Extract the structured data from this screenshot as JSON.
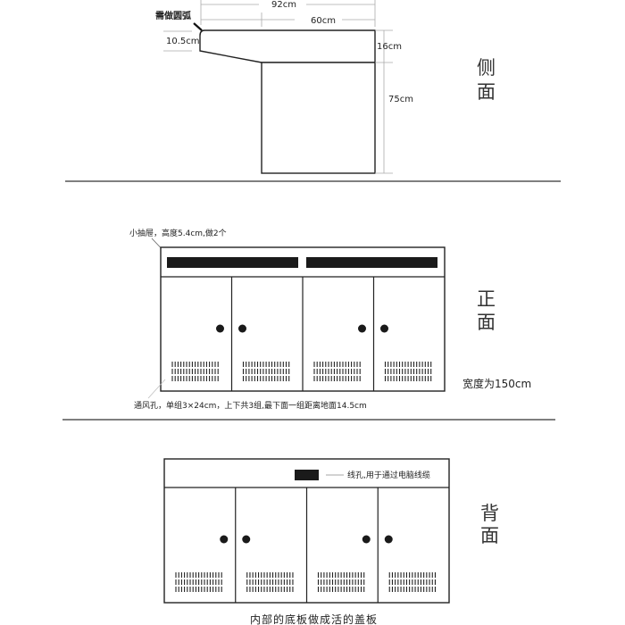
{
  "side_view": {
    "title_line1": "侧",
    "title_line2": "面",
    "arc_note": "需做圆弧",
    "dim_total_depth": "92cm",
    "dim_body_depth": "60cm",
    "dim_front_edge": "10.5cm",
    "dim_top_thickness": "16cm",
    "dim_body_height": "75cm"
  },
  "front_view": {
    "title_line1": "正",
    "title_line2": "面",
    "drawer_note": "小抽屉，高度5.4cm,做2个",
    "vent_note": "通风孔，单组3×24cm，上下共3组,最下面一组距离地面14.5cm",
    "width_note": "宽度为150cm"
  },
  "back_view": {
    "title_line1": "背",
    "title_line2": "面",
    "cable_hole_note": "线孔,用于通过电脑线缆",
    "bottom_note": "内部的底板做成活的盖板"
  },
  "colors": {
    "line": "#222222",
    "dim": "#aaaaaa",
    "fill": "#1a1a1a"
  }
}
